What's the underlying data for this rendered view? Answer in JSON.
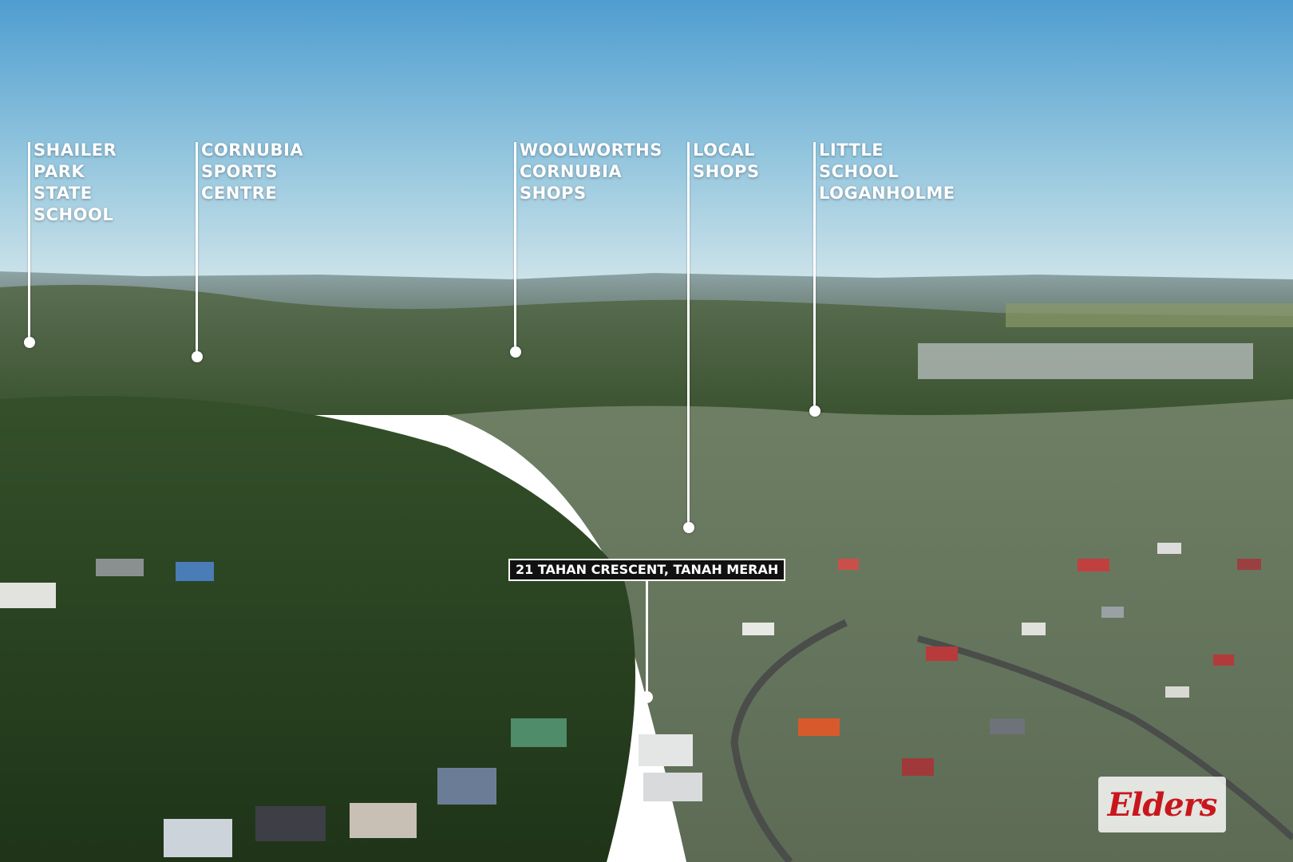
{
  "callouts": [
    {
      "id": "shailer-park",
      "label": "SHAILER PARK\nSTATE SCHOOL"
    },
    {
      "id": "cornubia-sports",
      "label": "CORNUBIA\nSPORTS CENTRE"
    },
    {
      "id": "woolworths",
      "label": "WOOLWORTHS\nCORNUBIA\nSHOPS"
    },
    {
      "id": "local-shops",
      "label": "LOCAL\nSHOPS"
    },
    {
      "id": "little-school",
      "label": "LITTLE SCHOOL\nLOGANHOLME"
    }
  ],
  "property": {
    "address": "21 TAHAN CRESCENT, TANAH MERAH"
  },
  "brand": {
    "logo_text": "Elders",
    "logo_color": "#c9161d"
  },
  "colors": {
    "sky_top": "#4f9dd0",
    "sky_horizon": "#cfe4ea",
    "foliage": "#2f4a22"
  }
}
